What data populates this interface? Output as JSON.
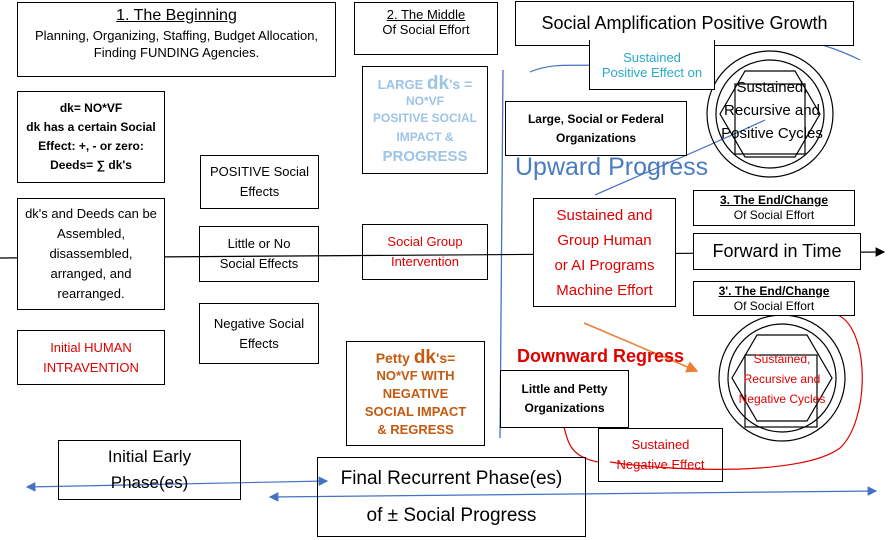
{
  "beginning": {
    "title": "1. The Beginning",
    "line1": "Planning, Organizing, Staffing, Budget Allocation,",
    "line2": "Finding FUNDING Agencies."
  },
  "middle": {
    "title": "2. The Middle",
    "subtitle": "Of Social Effort"
  },
  "amplification": "Social Amplification Positive Growth",
  "sustained_positive": {
    "line1": "Sustained",
    "line2": "Positive Effect on"
  },
  "recursive_positive": {
    "line1": "Sustained,",
    "line2": "Recursive and",
    "line3": "Positive Cycles"
  },
  "large_dk": {
    "prefix": "LARGE ",
    "dk": "dk",
    "suffix": "'s =",
    "line2": "NO*VF",
    "line3": "POSITIVE SOCIAL",
    "line4": "IMPACT &",
    "line5": "PROGRESS"
  },
  "definition": {
    "line1": "dk= NO*VF",
    "line2": "dk has a certain Social",
    "line3": "Effect: +, - or zero:",
    "line4": "Deeds= ∑ dk's"
  },
  "large_orgs": {
    "line1": "Large, Social or Federal",
    "line2": "Organizations"
  },
  "upward": "Upward Progress",
  "positive_effects": {
    "line1": "POSITIVE Social",
    "line2": "Effects"
  },
  "assembly": {
    "line1": "dk's and Deeds can be",
    "line2": "Assembled,",
    "line3": "disassembled,",
    "line4": "arranged, and",
    "line5": "rearranged."
  },
  "end_change": {
    "title": "3. The End/Change",
    "subtitle": "Of Social Effort"
  },
  "sustained_group": {
    "line1": "Sustained and",
    "line2": "Group Human",
    "line3": "or AI Programs",
    "line4": "Machine Effort"
  },
  "little_effects": {
    "line1": "Little or No",
    "line2": "Social Effects"
  },
  "intervention": {
    "line1": "Social Group",
    "line2": "Intervention"
  },
  "forward_time": "Forward in Time",
  "end_change_prime": {
    "title": "3'. The End/Change",
    "subtitle": "Of Social Effort"
  },
  "negative_effects": {
    "line1": "Negative Social",
    "line2": "Effects"
  },
  "human_intervention": {
    "line1": "Initial HUMAN",
    "line2": "INTRAVENTION"
  },
  "petty_dk": {
    "prefix": "Petty ",
    "dk": "dk",
    "suffix": "'s=",
    "line2": "NO*VF WITH",
    "line3": "NEGATIVE",
    "line4": "SOCIAL IMPACT",
    "line5": "& REGRESS"
  },
  "downward": "Downward Regress",
  "recursive_negative": {
    "line1": "Sustained,",
    "line2": "Recursive and",
    "line3": "Negative Cycles"
  },
  "petty_orgs": {
    "line1": "Little and Petty",
    "line2": "Organizations"
  },
  "sustained_negative": {
    "line1": "Sustained",
    "line2": "Negative Effect"
  },
  "initial_phase": {
    "line1": "Initial Early",
    "line2": "Phase(es)"
  },
  "final_phase": {
    "line1": "Final Recurrent Phase(es)",
    "line2": "of ± Social Progress"
  },
  "colors": {
    "blue_text": "#4a7cc0",
    "light_blue": "#9dc3e6",
    "cyan": "#27a9c8",
    "red": "#e00000",
    "orange": "#c55a11",
    "orange_arrow": "#ed7d31",
    "line_blue": "#4472c4"
  }
}
